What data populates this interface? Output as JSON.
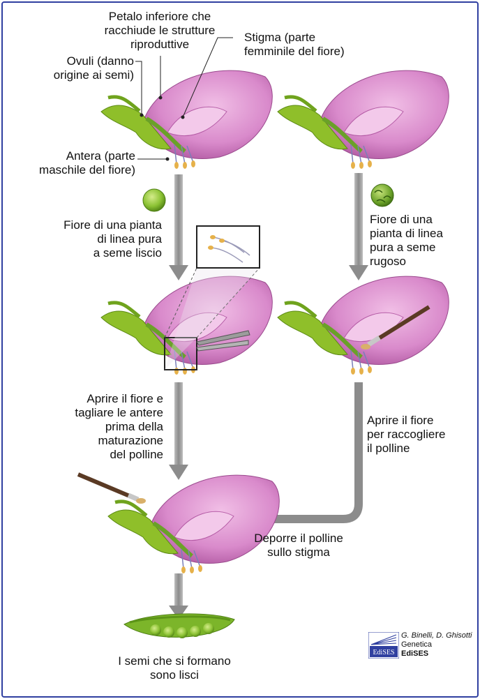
{
  "labels": {
    "petalo": "Petalo inferiore che\nracchiude le strutture\nriproduttive",
    "stigma": "Stigma (parte\nfemminile del fiore)",
    "ovuli": "Ovuli (danno\norigine ai semi)",
    "antera": "Antera (parte\nmaschile del fiore)",
    "fiore_liscio": "Fiore di una pianta\ndi linea pura\na seme liscio",
    "fiore_rugoso": "Fiore di una\npianta di linea\npura a seme\nrugoso",
    "aprire_tagliare": "Aprire il fiore e\ntagliare le antere\nprima della\nmaturazione\ndel polline",
    "aprire_raccogliere": "Aprire il fiore\nper raccogliere\nil polline",
    "deporre": "Deporre il polline\nsullo stigma",
    "semi": "I semi che si formano\nsono lisci"
  },
  "credit": {
    "authors": "G. Binelli, D. Ghisotti",
    "title": "Genetica",
    "publisher": "EdiSES",
    "logo_text": "EdiSES"
  },
  "colors": {
    "petal": "#d98acb",
    "petal_dark": "#b45aa5",
    "leaf": "#8fbf2a",
    "arrow": "#8c8c8c",
    "frame": "#2f3fa0"
  }
}
